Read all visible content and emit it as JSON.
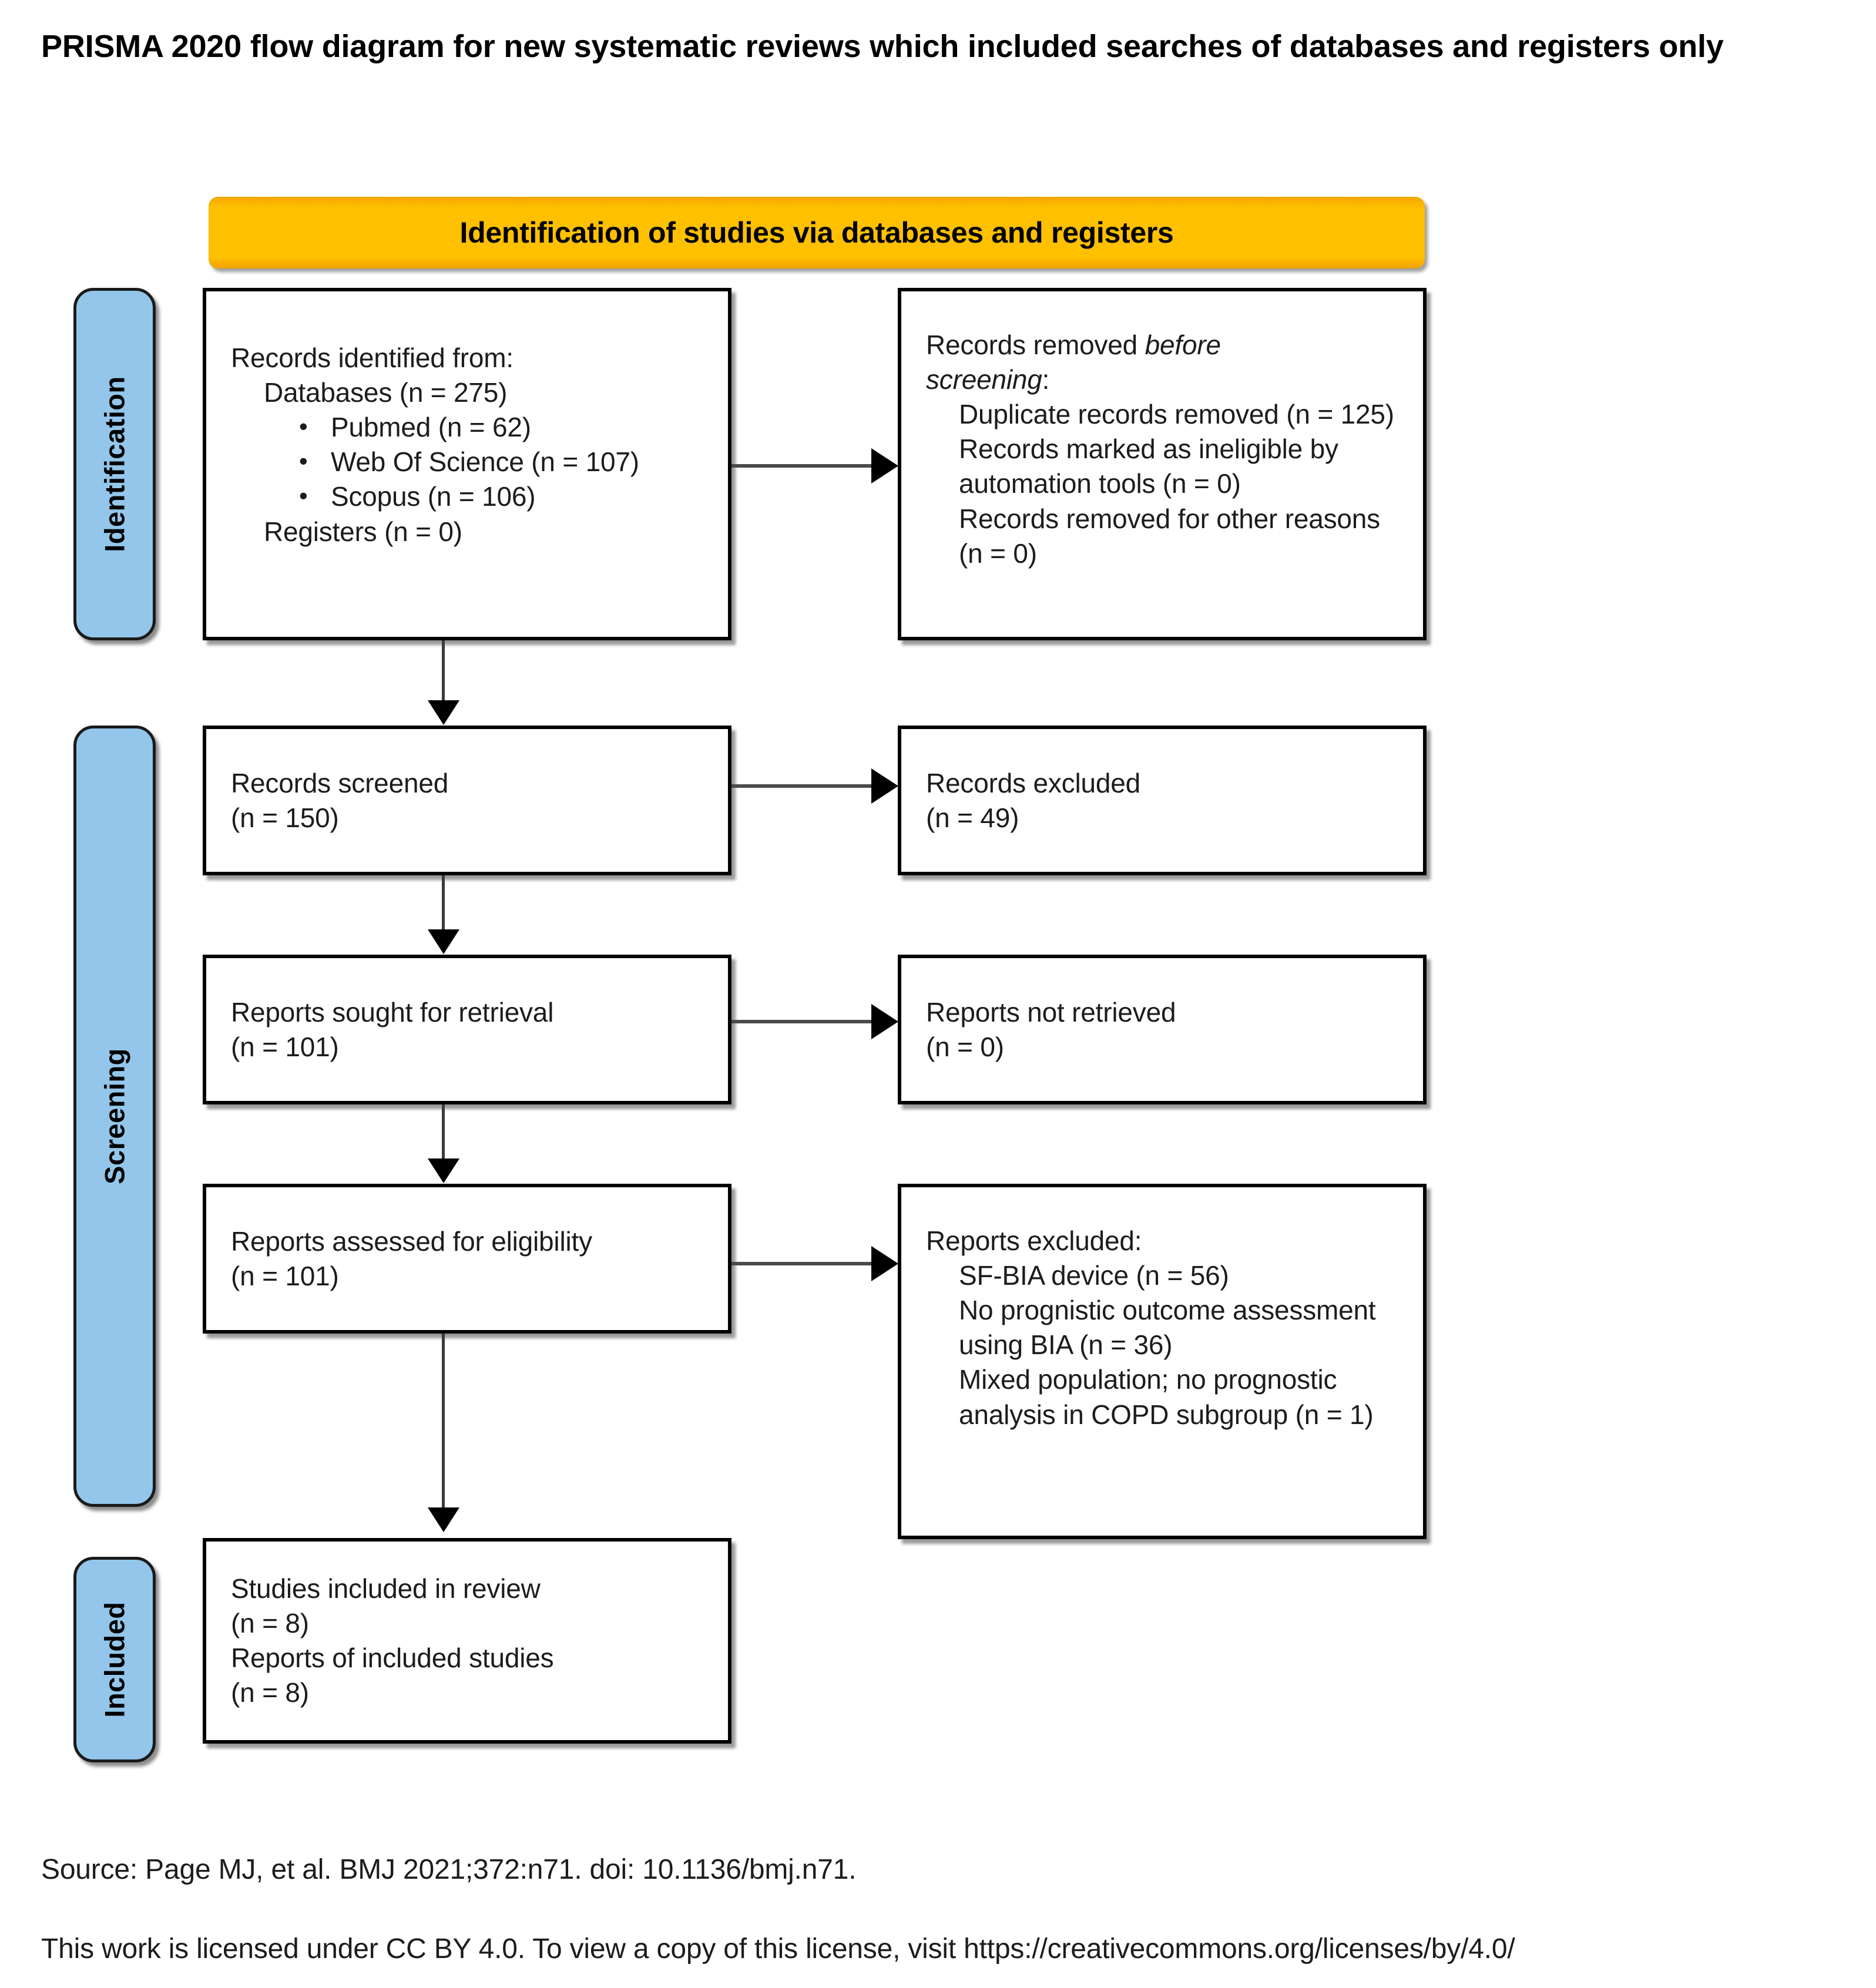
{
  "title": "PRISMA 2020 flow diagram for new systematic reviews which included searches of databases and registers only",
  "colors": {
    "header_bar": "#FFC000",
    "phase_sidebar": "#93C6EA",
    "box_border": "#000000",
    "text": "#1C1C1C"
  },
  "header_bar": {
    "label": "Identification of studies via databases and registers"
  },
  "phases": [
    {
      "key": "identification",
      "label": "Identification"
    },
    {
      "key": "screening",
      "label": "Screening"
    },
    {
      "key": "included",
      "label": "Included"
    }
  ],
  "boxes": {
    "records_identified": {
      "line1": "Records identified from:",
      "line2": "Databases (n = 275)",
      "bullets": [
        "Pubmed (n = 62)",
        "Web Of Science (n = 107)",
        "Scopus (n = 106)"
      ],
      "line3": "Registers (n = 0)"
    },
    "records_removed": {
      "line1_a": "Records removed ",
      "line1_italic": "before",
      "line2_italic": "screening",
      "line2_b": ":",
      "items": [
        "Duplicate records removed (n = 125)",
        "Records marked as ineligible by automation tools (n = 0)",
        "Records removed for other reasons (n = 0)"
      ]
    },
    "records_screened": {
      "line1": "Records screened",
      "line2": "(n = 150)"
    },
    "records_excluded": {
      "line1": "Records excluded",
      "line2": "(n = 49)"
    },
    "reports_sought": {
      "line1": "Reports sought for retrieval",
      "line2": "(n = 101)"
    },
    "reports_not_retrieved": {
      "line1": "Reports not retrieved",
      "line2": "(n = 0)"
    },
    "reports_assessed": {
      "line1": "Reports assessed for eligibility",
      "line2": "(n = 101)"
    },
    "reports_excluded": {
      "line1": "Reports excluded:",
      "items": [
        "SF-BIA device (n = 56)",
        "No prognistic outcome assessment using BIA (n = 36)",
        "Mixed population; no prognostic analysis in COPD subgroup (n = 1)"
      ]
    },
    "studies_included": {
      "line1": "Studies included in review",
      "line2": "(n = 8)",
      "line3": "Reports of included studies",
      "line4": "(n = 8)"
    }
  },
  "footer": {
    "source": "Source: Page MJ, et al. BMJ 2021;372:n71. doi: 10.1136/bmj.n71.",
    "license": "This work is licensed under CC BY 4.0. To view a copy of this license, visit https://creativecommons.org/licenses/by/4.0/"
  }
}
